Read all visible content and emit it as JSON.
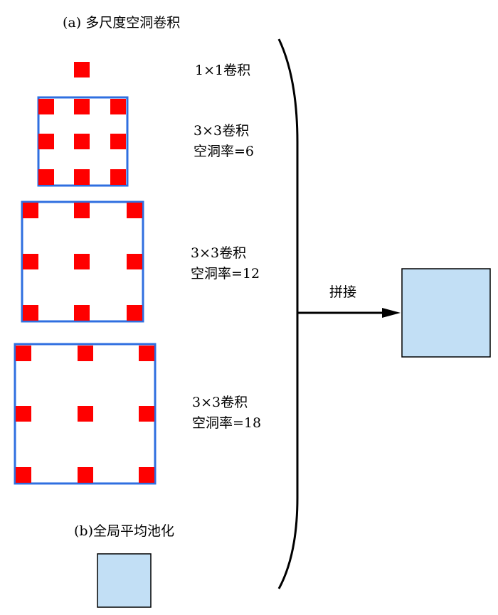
{
  "section_a": {
    "title": "(a) 多尺度空洞卷积",
    "branches": [
      {
        "line1": "1×1卷积",
        "line2": ""
      },
      {
        "line1": "3×3卷积",
        "line2": "空洞率=6"
      },
      {
        "line1": "3×3卷积",
        "line2": "空洞率=12"
      },
      {
        "line1": "3×3卷积",
        "line2": "空洞率=18"
      }
    ]
  },
  "section_b": {
    "title": "(b)全局平均池化"
  },
  "concat_label": "拼接",
  "colors": {
    "dot": "#ff0000",
    "frame": "#2f6fe0",
    "feature_box": "#c2dff5",
    "line": "#000000"
  }
}
